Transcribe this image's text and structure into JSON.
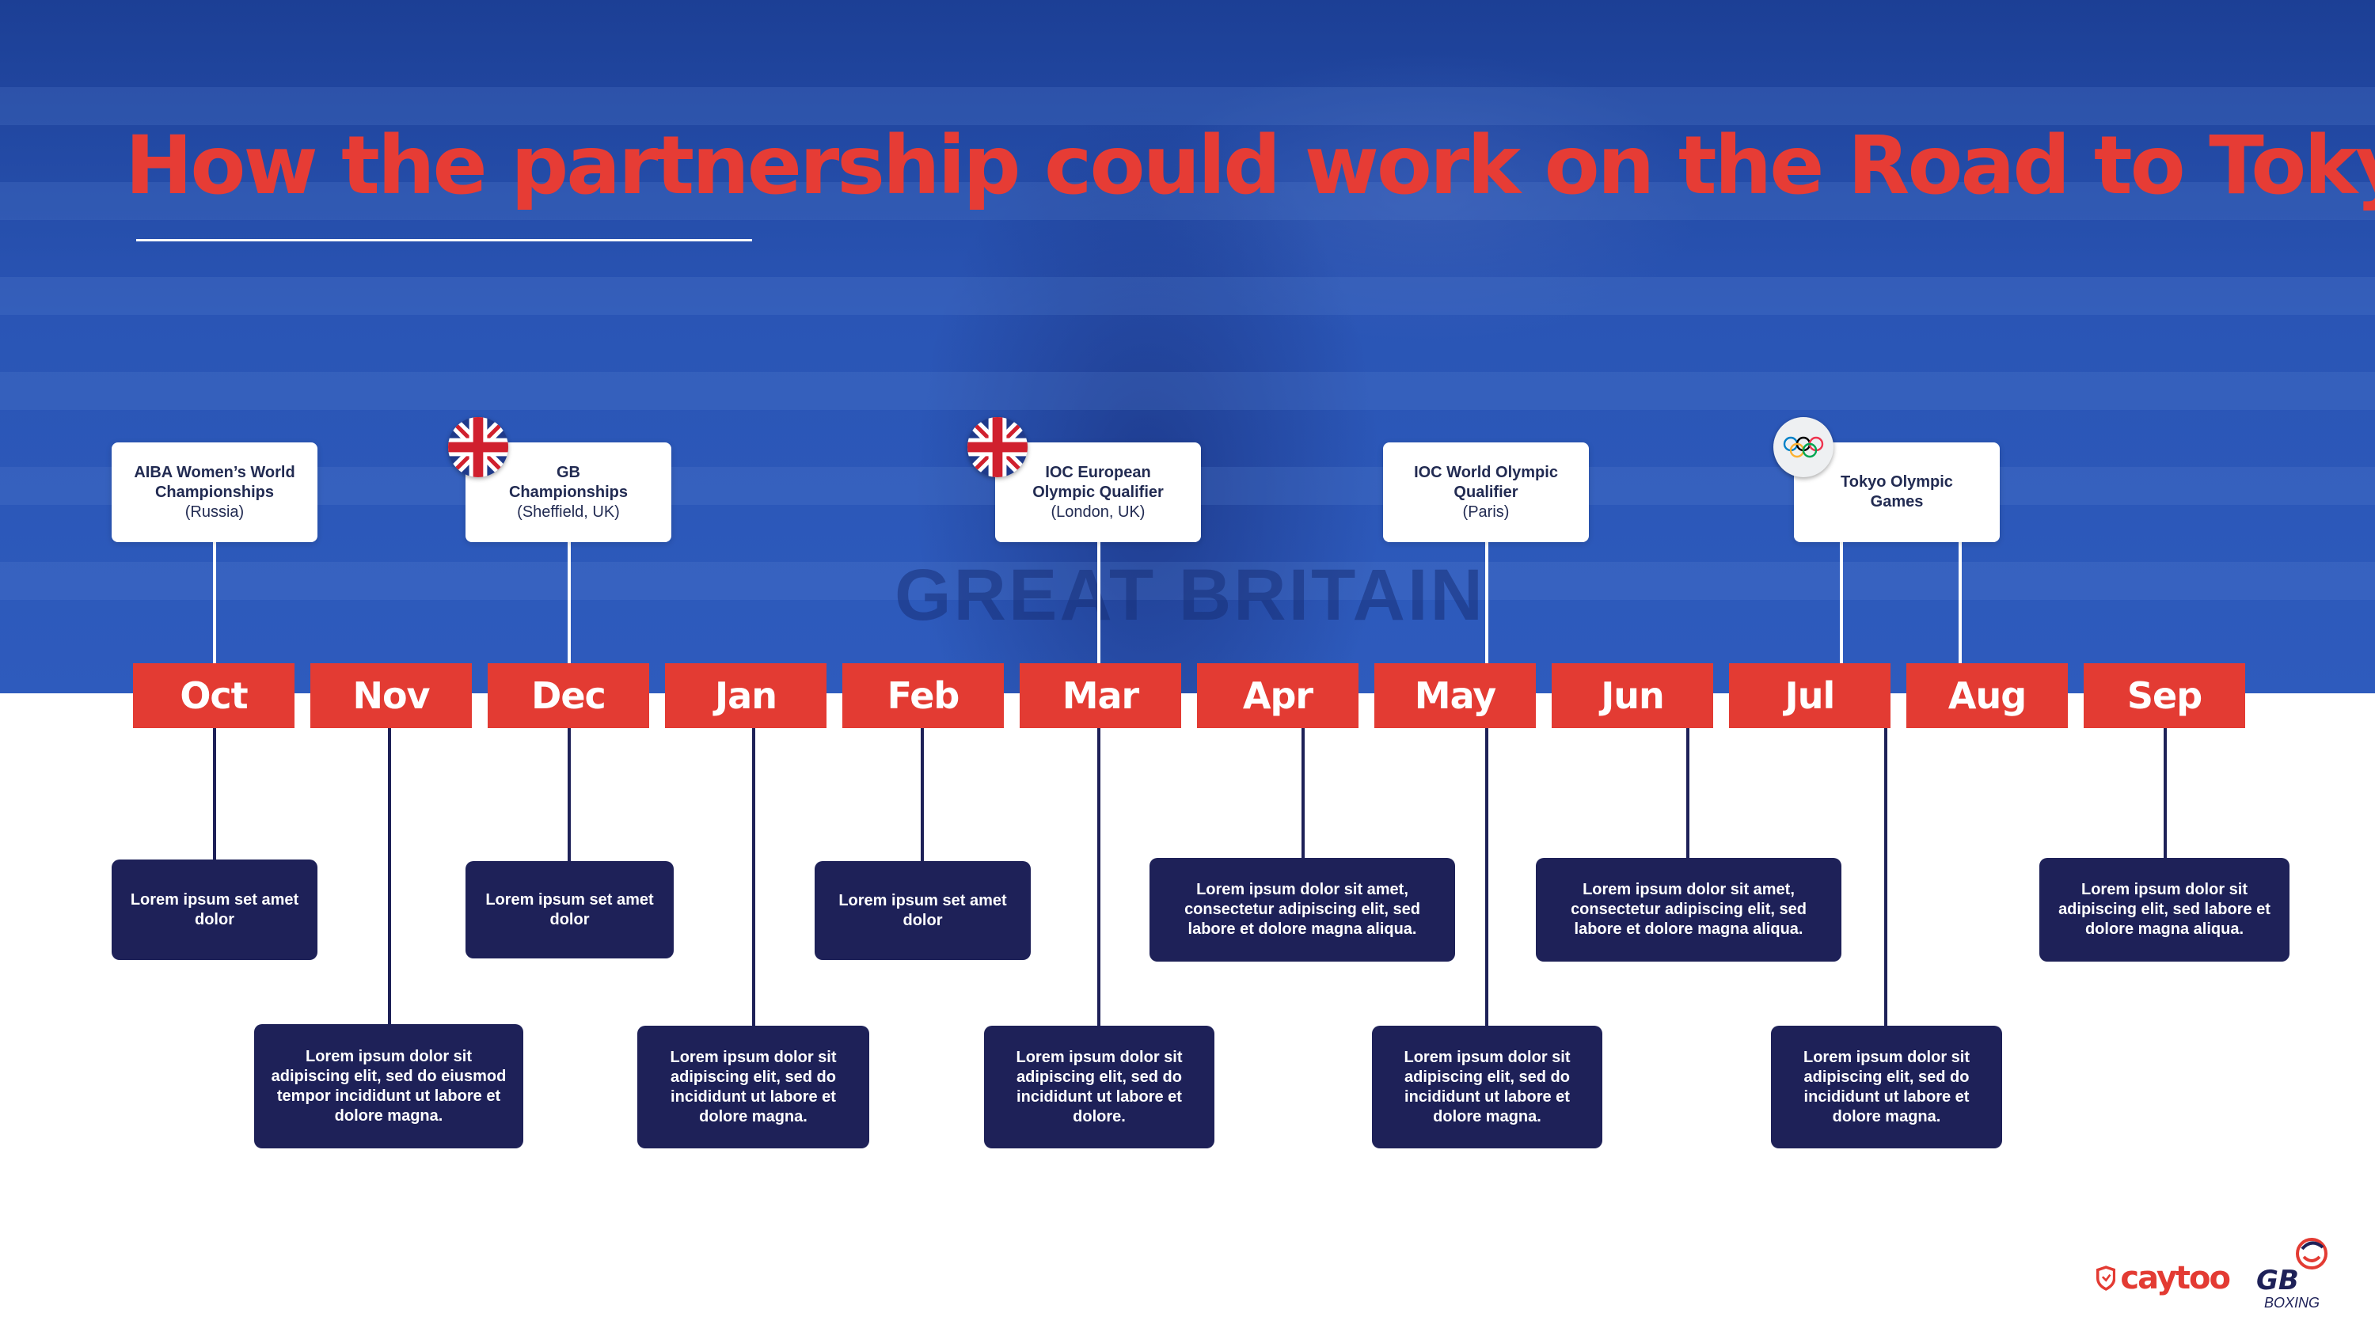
{
  "title": "How the partnership could work on the Road to Tokyo",
  "background_text": "GREAT BRITAIN",
  "colors": {
    "brand_red": "#e33b33",
    "navy": "#1e2158",
    "hero_blue": "#2a55b5"
  },
  "months": [
    "Oct",
    "Nov",
    "Dec",
    "Jan",
    "Feb",
    "Mar",
    "Apr",
    "May",
    "Jun",
    "Jul",
    "Aug",
    "Sep"
  ],
  "events": [
    {
      "title": "AIBA Women’s World Championships",
      "subtitle": "(Russia)",
      "badge": ""
    },
    {
      "title": "GB Championships",
      "subtitle": "(Sheffield, UK)",
      "badge": "union-jack-icon"
    },
    {
      "title": "IOC European Olympic Qualifier",
      "subtitle": "(London, UK)",
      "badge": "union-jack-icon"
    },
    {
      "title": "IOC World Olympic Qualifier",
      "subtitle": "(Paris)",
      "badge": ""
    },
    {
      "title": "Tokyo Olympic Games",
      "subtitle": "",
      "badge": "olympic-rings-icon"
    }
  ],
  "notes": [
    "Lorem ipsum set amet dolor",
    "Lorem ipsum dolor sit adipiscing elit, sed do eiusmod tempor incididunt ut labore et dolore magna.",
    "Lorem ipsum set amet dolor",
    "Lorem ipsum dolor sit adipiscing elit, sed do incididunt ut labore et dolore magna.",
    "Lorem ipsum set amet dolor",
    "Lorem ipsum dolor sit adipiscing elit, sed do incididunt ut labore et dolore.",
    "Lorem ipsum dolor sit amet, consectetur adipiscing elit, sed labore et dolore magna aliqua.",
    "Lorem ipsum dolor sit adipiscing elit, sed do incididunt ut labore et dolore magna.",
    "Lorem ipsum dolor sit amet, consectetur adipiscing elit, sed labore et dolore magna aliqua.",
    "Lorem ipsum dolor sit adipiscing elit, sed do incididunt ut labore et dolore magna.",
    "Lorem ipsum dolor sit adipiscing elit, sed labore et dolore magna aliqua."
  ],
  "logos": {
    "caytoo": "caytoo",
    "gb": "GB",
    "boxing": "BOXING"
  }
}
